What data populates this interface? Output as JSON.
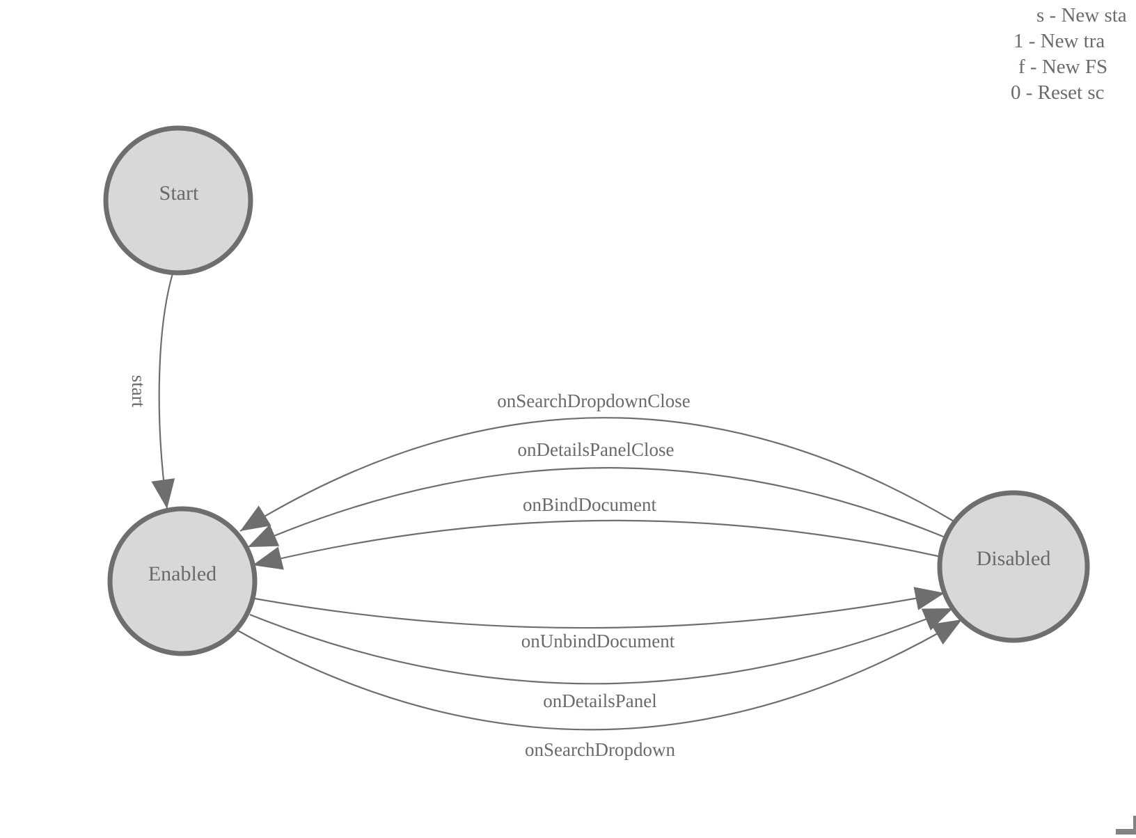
{
  "diagram": {
    "legend": {
      "lines": [
        "s - New sta",
        "1 - New tra",
        "f - New FS",
        "0 - Reset sc"
      ]
    },
    "nodes": [
      {
        "id": "start",
        "label": "Start"
      },
      {
        "id": "enabled",
        "label": "Enabled"
      },
      {
        "id": "disabled",
        "label": "Disabled"
      }
    ],
    "edges": [
      {
        "label": "start",
        "from": "Start",
        "to": "Enabled"
      },
      {
        "label": "onSearchDropdownClose",
        "from": "Disabled",
        "to": "Enabled"
      },
      {
        "label": "onDetailsPanelClose",
        "from": "Disabled",
        "to": "Enabled"
      },
      {
        "label": "onBindDocument",
        "from": "Disabled",
        "to": "Enabled"
      },
      {
        "label": "onUnbindDocument",
        "from": "Enabled",
        "to": "Disabled"
      },
      {
        "label": "onDetailsPanel",
        "from": "Enabled",
        "to": "Disabled"
      },
      {
        "label": "onSearchDropdown",
        "from": "Enabled",
        "to": "Disabled"
      }
    ],
    "colors": {
      "node_fill": "#d8d8d8",
      "node_border": "#6e6e6e",
      "edge": "#6e6e6e",
      "label_text": "#6a6a6a"
    }
  }
}
